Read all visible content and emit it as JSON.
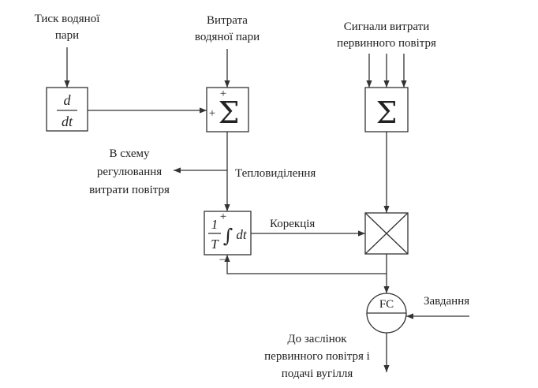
{
  "labels": {
    "steam_pressure_1": "Тиск водяної",
    "steam_pressure_2": "пари",
    "steam_flow_1": "Витрата",
    "steam_flow_2": "водяної пари",
    "air_signals_1": "Сигнали витрати",
    "air_signals_2": "первинного повітря",
    "to_air_scheme_1": "В схему",
    "to_air_scheme_2": "регулювання",
    "to_air_scheme_3": "витрати повітря",
    "heat_release": "Тепловиділення",
    "correction": "Корекція",
    "setpoint": "Завдання",
    "output_1": "До заслінок",
    "output_2": "первинного повітря і",
    "output_3": "подачі вугілля"
  },
  "blocks": {
    "derivative_num": "d",
    "derivative_den": "dt",
    "sum_symbol": "Σ",
    "sum_plus_top": "+",
    "sum_plus_left": "+",
    "integ_num": "1",
    "integ_den": "T",
    "integ_symbol": "∫",
    "integ_dt": "dt",
    "integ_plus": "+",
    "integ_minus": "−",
    "controller": "FC"
  }
}
